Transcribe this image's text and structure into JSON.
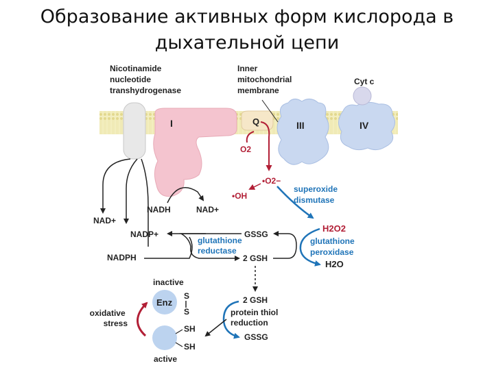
{
  "slide": {
    "title_line1": "Образование активных форм кислорода в",
    "title_line2": "дыхательной цепи"
  },
  "diagram": {
    "nnt_label": [
      "Nicotinamide",
      "nucleotide",
      "transhydrogenase"
    ],
    "membrane_label": [
      "Inner",
      "mitochondrial",
      "membrane"
    ],
    "cytc": "Cyt c",
    "complex_I": "I",
    "q": "Q",
    "complex_III": "III",
    "complex_IV": "IV",
    "o2": "O2",
    "superoxide": "•O2−",
    "hydroxyl": "•OH",
    "nadh": "NADH",
    "nad_plus_right": "NAD+",
    "nad_plus_left": "NAD+",
    "nadp_plus": "NADP+",
    "nadph": "NADPH",
    "gssg_top": "GSSG",
    "gsh_top": "2 GSH",
    "glut_reductase": [
      "glutathione",
      "reductase"
    ],
    "sod": [
      "superoxide",
      "dismutase"
    ],
    "h2o2": "H2O2",
    "gpx": [
      "glutathione",
      "peroxidase"
    ],
    "h2o": "H2O",
    "inactive": "inactive",
    "active": "active",
    "enz": "Enz",
    "s1": "S",
    "s2": "S",
    "sh1": "SH",
    "sh2": "SH",
    "oxidative_stress": [
      "oxidative",
      "stress"
    ],
    "gsh_bottom": "2 GSH",
    "ptr": [
      "protein thiol",
      "reduction"
    ],
    "gssg_bottom": "GSSG"
  },
  "colors": {
    "membrane": "#f3eebf",
    "complex_I": "#f4c4cf",
    "complex_III_IV": "#c9d8f0",
    "nnt": "#e8e8e8",
    "enzyme_circle": "#bcd3ef",
    "blue_accent": "#1f74b8",
    "red_accent": "#b21f36"
  }
}
